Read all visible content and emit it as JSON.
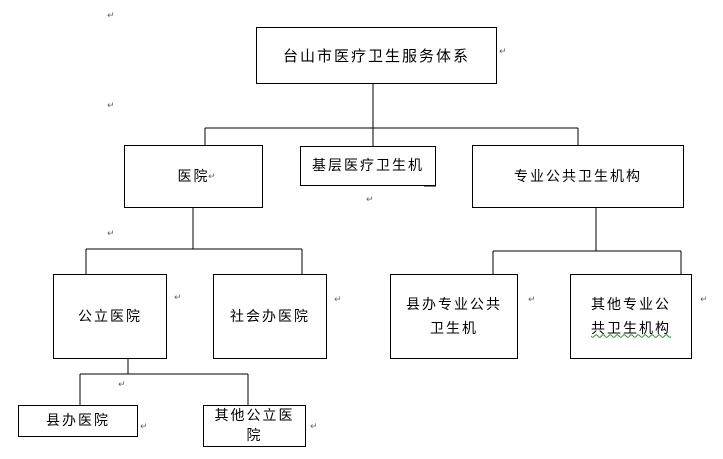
{
  "diagram": {
    "root": {
      "label": "台山市医疗卫生服务体系"
    },
    "level1": {
      "hospitals": "医院",
      "grassroots": "基层医疗卫生机",
      "public_health": "专业公共卫生机构"
    },
    "level2": {
      "public_hospitals": "公立医院",
      "social_hospitals": "社会办医院",
      "county_public_health": "县办专业公共卫生机",
      "other_public_health_line1": "其他专业公",
      "other_public_health_line2": "共卫生机构"
    },
    "level3": {
      "county_hospitals": "县办医院",
      "other_public_hospitals": "其他公立医院"
    }
  },
  "paragraph_mark": "↵"
}
